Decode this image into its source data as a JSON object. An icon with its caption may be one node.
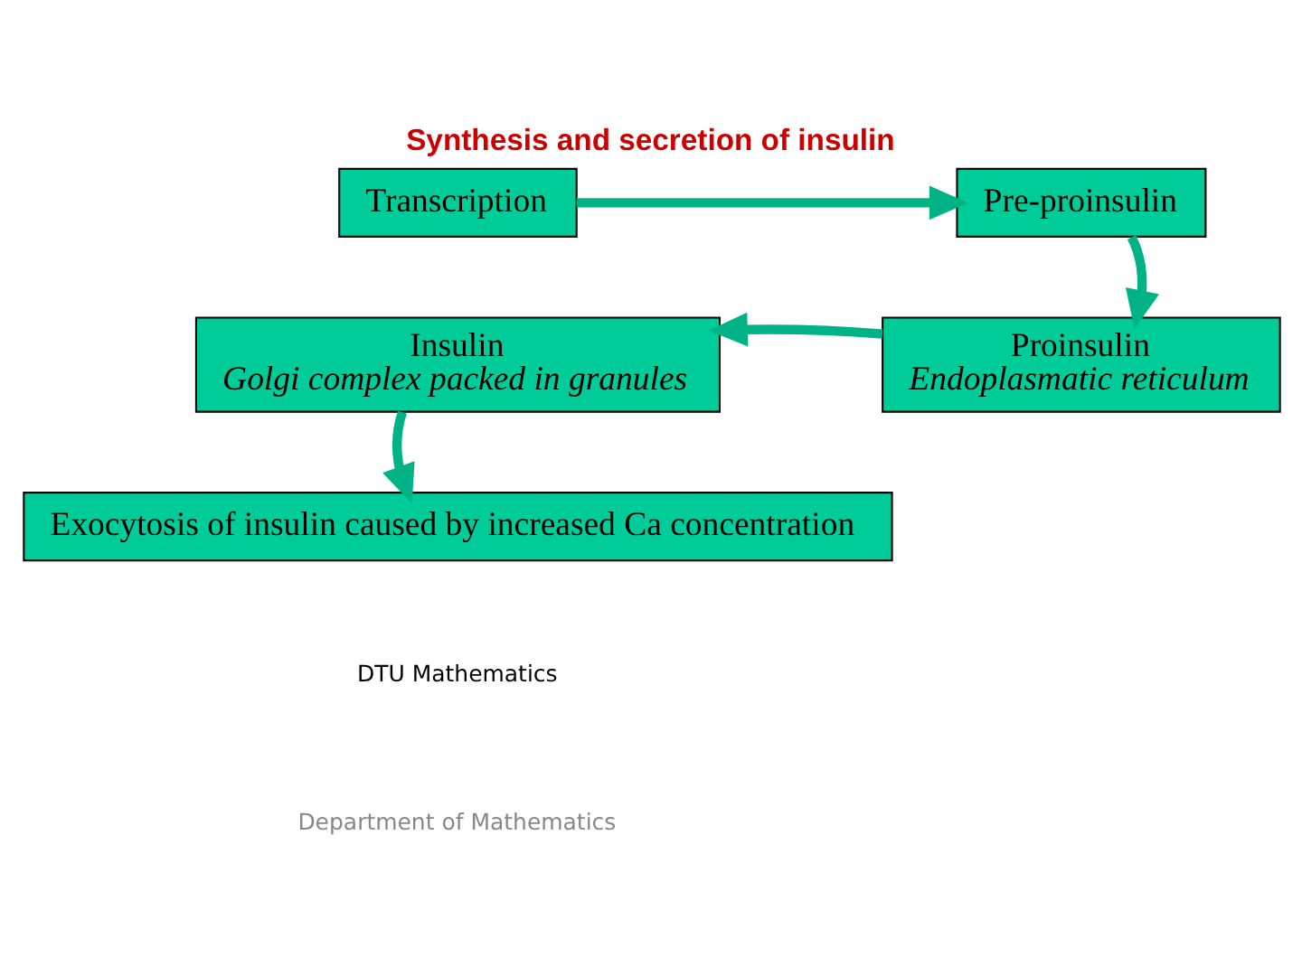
{
  "diagram": {
    "title": "Synthesis and secretion of insulin",
    "nodes": [
      {
        "text": [
          "Transcription"
        ]
      },
      {
        "text": [
          "Pre-proinsulin"
        ]
      },
      {
        "text": [
          "Proinsulin",
          "Endoplasmatic reticulum"
        ]
      },
      {
        "text": [
          "Insulin",
          "Golgi complex packed in granules"
        ]
      },
      {
        "text": [
          "Exocytosis of insulin caused by increased Ca concentration"
        ]
      }
    ],
    "edges": [
      {
        "from": 0,
        "to": 1,
        "arrow": "to"
      },
      {
        "from": 1,
        "to": 2,
        "arrow": "to"
      },
      {
        "from": 2,
        "to": 3,
        "arrow": "to"
      },
      {
        "from": 3,
        "to": 4,
        "arrow": "to"
      }
    ],
    "labels": [
      "DTU Mathematics",
      "Department of Mathematics"
    ]
  }
}
